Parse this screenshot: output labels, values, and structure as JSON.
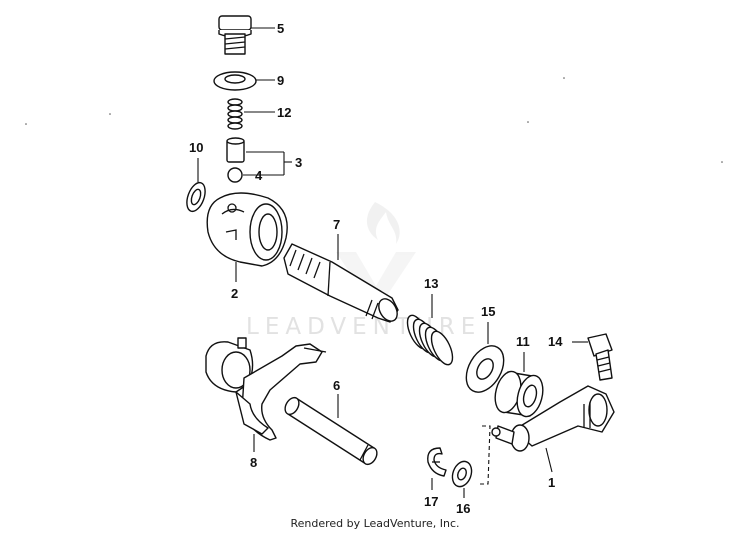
{
  "watermark": "LEADVENTURE",
  "footer": "Rendered by LeadVenture, Inc.",
  "callouts": {
    "p1": "1",
    "p2": "2",
    "p3": "3",
    "p4": "4",
    "p5": "5",
    "p6": "6",
    "p7": "7",
    "p8": "8",
    "p9": "9",
    "p10": "10",
    "p11": "11",
    "p12": "12",
    "p13": "13",
    "p14": "14",
    "p15": "15",
    "p16": "16",
    "p17": "17"
  }
}
